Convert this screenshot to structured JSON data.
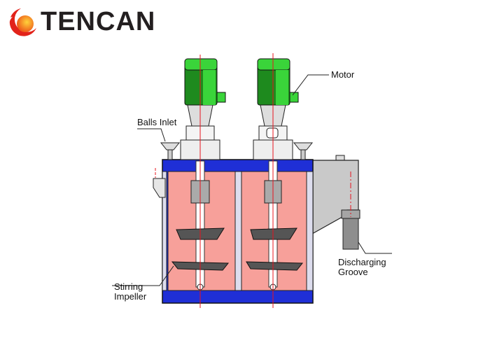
{
  "brand": {
    "name": "TENCAN"
  },
  "labels": {
    "motor": "Motor",
    "balls_inlet": "Balls Inlet",
    "discharging_groove_line1": "Discharging",
    "discharging_groove_line2": "Groove",
    "stirring_impeller_line1": "Stirring",
    "stirring_impeller_line2": "Impeller"
  },
  "colors": {
    "motor": "#3ad43a",
    "tank_frame": "#1f2fd6",
    "tank_fill": "#f7a09a",
    "housing": "#c8c8c8",
    "centerline": "#e8141e",
    "logo_red": "#e2231a",
    "logo_orange": "#f7a21b"
  }
}
